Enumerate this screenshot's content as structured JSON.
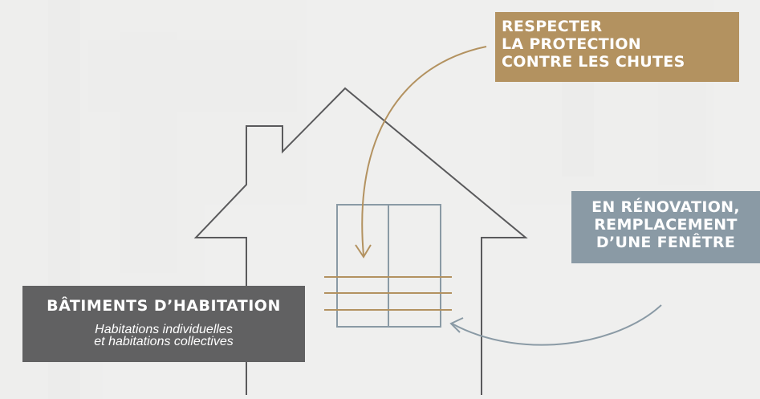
{
  "callouts": {
    "fall_protection": {
      "lines": [
        "RESPECTER",
        "LA PROTECTION",
        "CONTRE LES CHUTES"
      ],
      "color": "#b39260"
    },
    "renovation": {
      "lines": [
        "EN RÉNOVATION,",
        "REMPLACEMENT",
        "D’UNE FENÊTRE"
      ],
      "color": "#8a9aa5"
    },
    "buildings": {
      "title": "BÂTIMENTS D’HABITATION",
      "subtitle_lines": [
        "Habitations individuelles",
        "et habitations collectives"
      ],
      "color": "#616162"
    }
  },
  "colors": {
    "house_outline": "#5a5a5c",
    "window_frame": "#8a9aa5",
    "guard_rails": "#b39260",
    "background": "#f1f1f0"
  },
  "icons": {
    "house": "house-outline-icon",
    "window": "window-icon",
    "guard_rail": "guard-rail-icon"
  }
}
